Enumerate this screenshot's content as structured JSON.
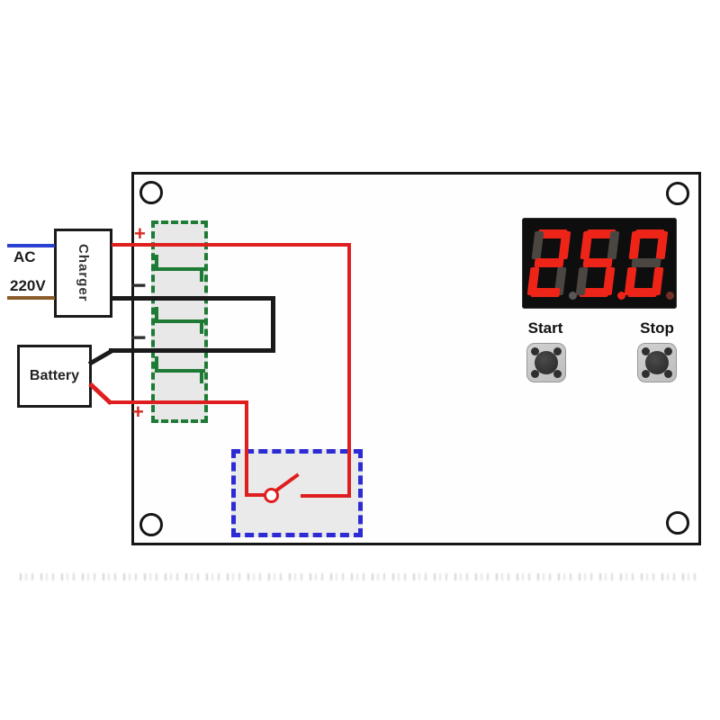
{
  "diagram": {
    "ac_label": "AC",
    "voltage_label": "220V",
    "charger_label": "Charger",
    "battery_label": "Battery"
  },
  "terminal_block": {
    "signs": [
      "+",
      "−",
      "−",
      "+"
    ]
  },
  "display": {
    "value": "25.0",
    "digits": [
      {
        "char": "2",
        "segments": [
          "a",
          "b",
          "g",
          "e",
          "d"
        ]
      },
      {
        "char": "5",
        "segments": [
          "a",
          "f",
          "g",
          "c",
          "d"
        ]
      },
      {
        "char": "0",
        "segments": [
          "a",
          "b",
          "c",
          "d",
          "e",
          "f"
        ]
      }
    ],
    "dots": [
      "unlit",
      "lit",
      "dim"
    ]
  },
  "buttons": {
    "start_label": "Start",
    "stop_label": "Stop"
  },
  "colors": {
    "wire_red": "#df1f1f",
    "wire_black": "#1a1a1a",
    "wire_blue": "#2b3fd0",
    "wire_brown": "#8a5a28",
    "terminal_green": "#1e7b35",
    "relay_blue": "#2d2bd4",
    "segment_lit": "#ee2419",
    "segment_unlit": "#4b4642",
    "display_bg": "#0e0e0e"
  }
}
